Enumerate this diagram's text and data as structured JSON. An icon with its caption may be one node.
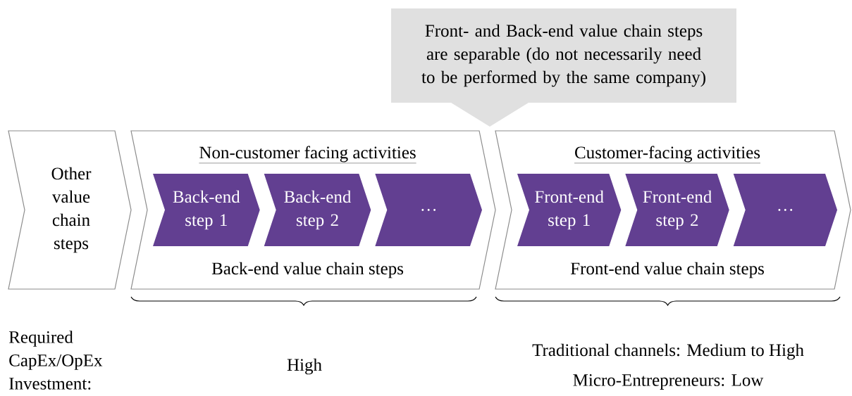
{
  "diagram": {
    "nodes": [
      {
        "text": [
          "Front- and Back-end value chain steps are separable (do not necessarily need to be performed by the same company)"
        ]
      },
      {
        "text": [
          "Other value chain steps"
        ]
      },
      {
        "text": [
          "Non-customer facing activities",
          "Back-end value chain steps"
        ]
      },
      {
        "text": [
          "Back-end step 1"
        ],
        "in": 2
      },
      {
        "text": [
          "Back-end step 2"
        ],
        "in": 2
      },
      {
        "text": [
          "…"
        ],
        "in": 2
      },
      {
        "text": [
          "Customer-facing activities",
          "Front-end value chain steps"
        ]
      },
      {
        "text": [
          "Front-end step 1"
        ],
        "in": 6
      },
      {
        "text": [
          "Front-end step 2"
        ],
        "in": 6
      },
      {
        "text": [
          "…"
        ],
        "in": 6
      }
    ],
    "labels": [
      "Required CapEx/OpEx Investment:",
      "High",
      "Traditional channels: Medium to High",
      "Micro-Entrepreneurs: Low"
    ]
  }
}
